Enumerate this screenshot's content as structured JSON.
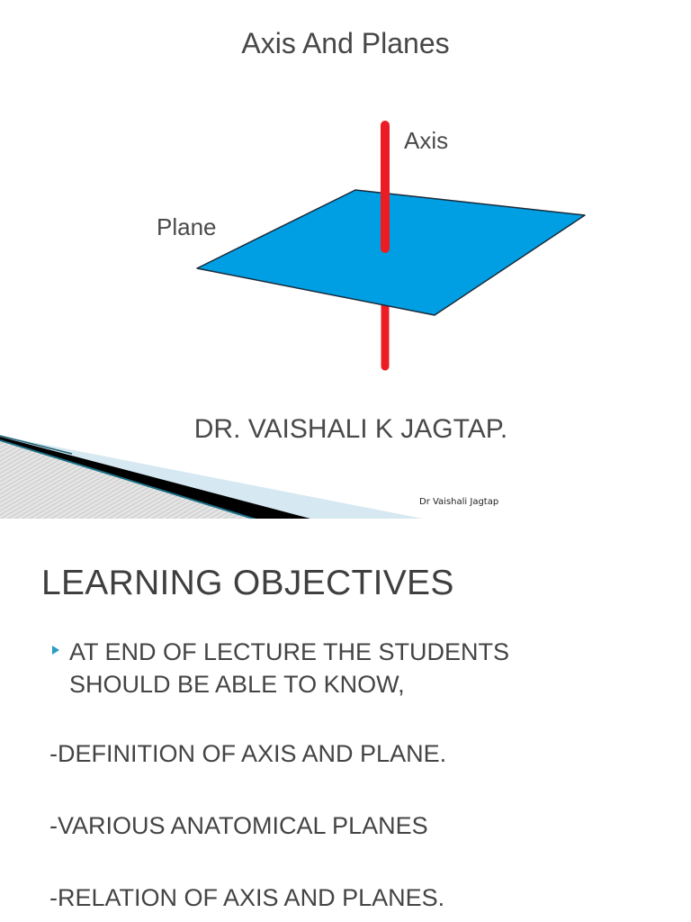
{
  "slide1": {
    "title": "Axis And Planes",
    "diagram": {
      "axis_label": "Axis",
      "plane_label": "Plane",
      "plane_color": "#009fe3",
      "axis_color": "#ec1c24"
    },
    "author": "DR. VAISHALI K JAGTAP.",
    "footer": "Dr Vaishali Jagtap"
  },
  "slide2": {
    "title": "LEARNING OBJECTIVES",
    "bullet": {
      "icon": "triangle-bullet-icon",
      "color": "#2a9bc5",
      "lines": [
        "AT END OF LECTURE THE STUDENTS",
        "SHOULD BE ABLE TO KNOW,"
      ]
    },
    "objectives": [
      "-DEFINITION OF AXIS AND PLANE.",
      "-VARIOUS ANATOMICAL PLANES",
      "-RELATION OF AXIS AND PLANES."
    ]
  }
}
